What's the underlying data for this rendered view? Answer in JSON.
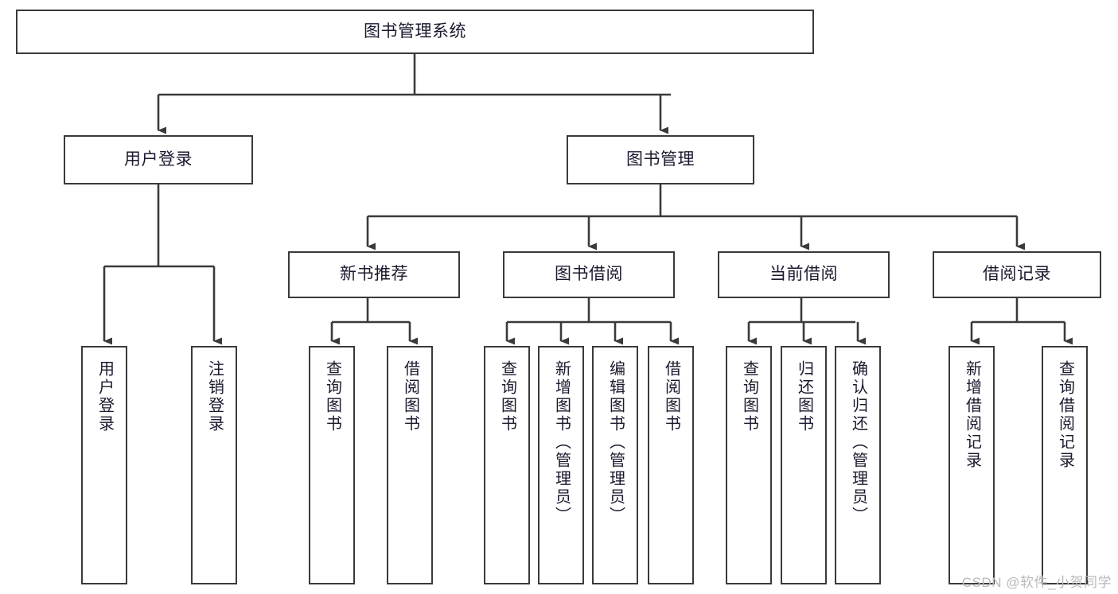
{
  "diagram": {
    "title": "图书管理系统",
    "type": "功能结构图",
    "watermark": "CSDN @软件_小贺同学",
    "colors": {
      "box_border": "#3a3a3a",
      "box_fill": "#ffffff",
      "edge": "#3a3a3a",
      "text": "#1a1a2e",
      "watermark": "#b9b9b9",
      "background": "#ffffff"
    },
    "root": {
      "label": "图书管理系统"
    },
    "level2": [
      {
        "label": "用户登录"
      },
      {
        "label": "图书管理"
      }
    ],
    "level3": [
      {
        "label": "新书推荐"
      },
      {
        "label": "图书借阅"
      },
      {
        "label": "当前借阅"
      },
      {
        "label": "借阅记录"
      }
    ],
    "leaves": {
      "user_login": [
        {
          "label": "用户登录"
        },
        {
          "label": "注销登录"
        }
      ],
      "new_book": [
        {
          "label": "查询图书"
        },
        {
          "label": "借阅图书"
        }
      ],
      "book_borrow": [
        {
          "label": "查询图书"
        },
        {
          "label": "新增图书（管理员）"
        },
        {
          "label": "编辑图书（管理员）"
        },
        {
          "label": "借阅图书"
        }
      ],
      "current_borrow": [
        {
          "label": "查询图书"
        },
        {
          "label": "归还图书"
        },
        {
          "label": "确认归还（管理员）"
        }
      ],
      "borrow_record": [
        {
          "label": "新增借阅记录"
        },
        {
          "label": "查询借阅记录"
        }
      ]
    }
  }
}
